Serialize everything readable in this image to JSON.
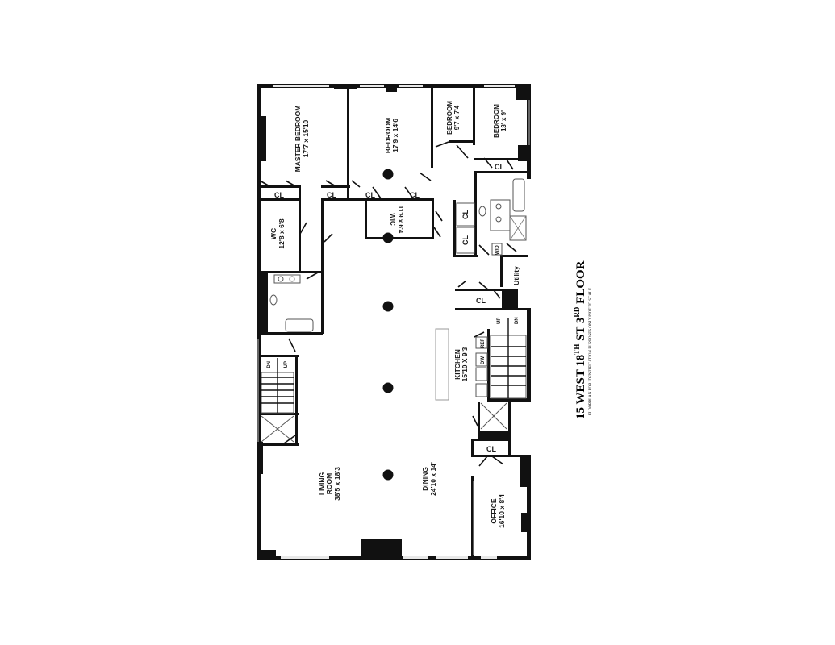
{
  "title": {
    "prefix": "15 WEST 18",
    "sup1": "TH",
    "middle": " ST 3",
    "sup2": "RD",
    "suffix": " FLOOR"
  },
  "disclaimer": "FLOORPLAN FOR IDENTIFICATION PURPOSES ONLY/NOT TO SCALE",
  "rooms": {
    "master_bedroom": {
      "name": "MASTER BEDROOM",
      "dims": "17'7 x 15'10"
    },
    "bedroom_2": {
      "name": "BEDROOM",
      "dims": "17'9 x 14'6"
    },
    "bedroom_3": {
      "name": "BEDROOM",
      "dims": "9'7 x 7'4"
    },
    "bedroom_4": {
      "name": "BEDROOM",
      "dims": "13' x 9'"
    },
    "wic": {
      "name": "WIC",
      "dims": "11'9 x 6'4"
    },
    "wc": {
      "name": "WC",
      "dims": "12'8 x 6'8"
    },
    "utility": {
      "name": "Utility"
    },
    "kitchen": {
      "name": "KITCHEN",
      "dims": "15'10 X 9'3"
    },
    "living_room": {
      "name": "LIVING ROOM",
      "line1": "LIVING",
      "line2": "ROOM",
      "dims": "38'5 x 18'3"
    },
    "dining": {
      "name": "DINING",
      "dims": "24'10 x 14'"
    },
    "office": {
      "name": "OFFICE",
      "dims": "16'10 x 8'4"
    }
  },
  "closet_label": "CL",
  "stairs": {
    "up": "UP",
    "down": "DN"
  },
  "appliances": {
    "refrigerator": "REF",
    "dishwasher": "DW",
    "washer_dryer": "W/D"
  }
}
